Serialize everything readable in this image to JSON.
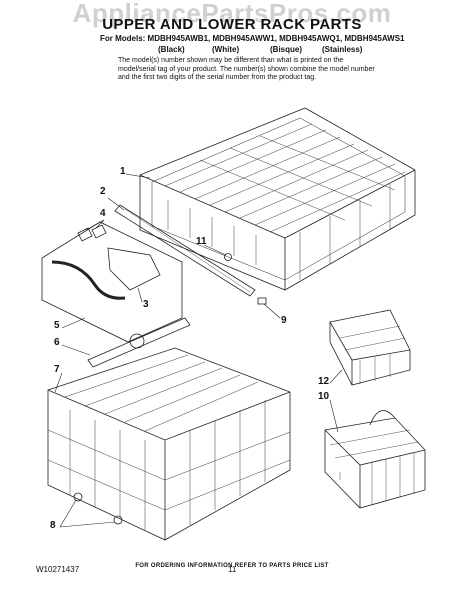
{
  "watermark": "AppliancePartsPros.com",
  "title": "UPPER AND LOWER RACK PARTS",
  "models_line": "For Models: MDBH945AWB1, MDBH945AWW1, MDBH945AWQ1, MDBH945AWS1",
  "variants": [
    "(Black)",
    "(White)",
    "(Bisque)",
    "(Stainless)"
  ],
  "note": "The model(s) number shown may be different than what is printed on the model/serial tag of your product. The number(s) shown combine the model number and the first two digits of the serial number from the product tag.",
  "callouts": [
    "1",
    "2",
    "4",
    "11",
    "3",
    "9",
    "5",
    "6",
    "7",
    "12",
    "10",
    "8"
  ],
  "footer": {
    "ordering": "FOR ORDERING INFORMATION REFER TO PARTS PRICE LIST",
    "doc_id": "W10271437",
    "page": "11"
  }
}
